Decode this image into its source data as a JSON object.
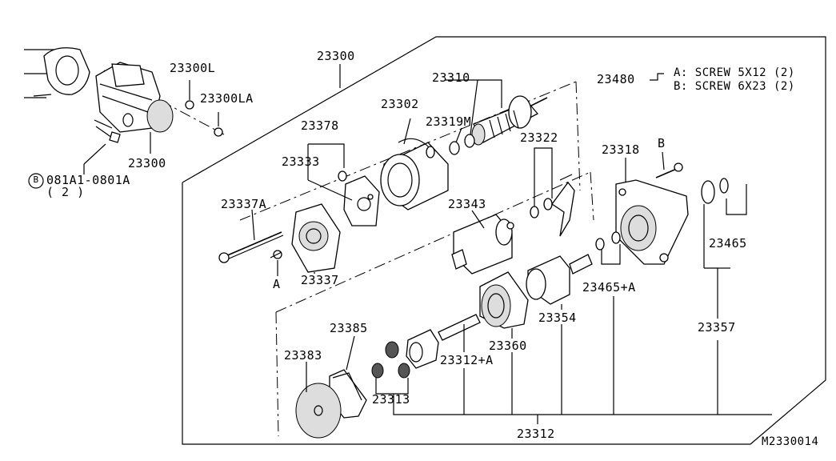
{
  "labels": {
    "l23300_top": "23300",
    "l23300L": "23300L",
    "l23300LA": "23300LA",
    "l23300_left": "23300",
    "l081A1": "081A1-0801A",
    "l081A1_qty": "( 2 )",
    "l23310": "23310",
    "l23302": "23302",
    "l23319M": "23319M",
    "l23378": "23378",
    "l23333": "23333",
    "l23322": "23322",
    "l23318": "23318",
    "lB": "B",
    "l23480": "23480",
    "l23480A": "A: SCREW 5X12 (2)",
    "l23480B": "B: SCREW 6X23 (2)",
    "l23337A": "23337A",
    "l23343": "23343",
    "l23465": "23465",
    "l23337": "23337",
    "lA": "A",
    "l23465A": "23465+A",
    "l23354": "23354",
    "l23385": "23385",
    "l23383": "23383",
    "l23360": "23360",
    "l23312A": "23312+A",
    "l23357": "23357",
    "l23313": "23313",
    "l23312": "23312",
    "diagram_code": "M2330014",
    "circled_B": "B"
  }
}
